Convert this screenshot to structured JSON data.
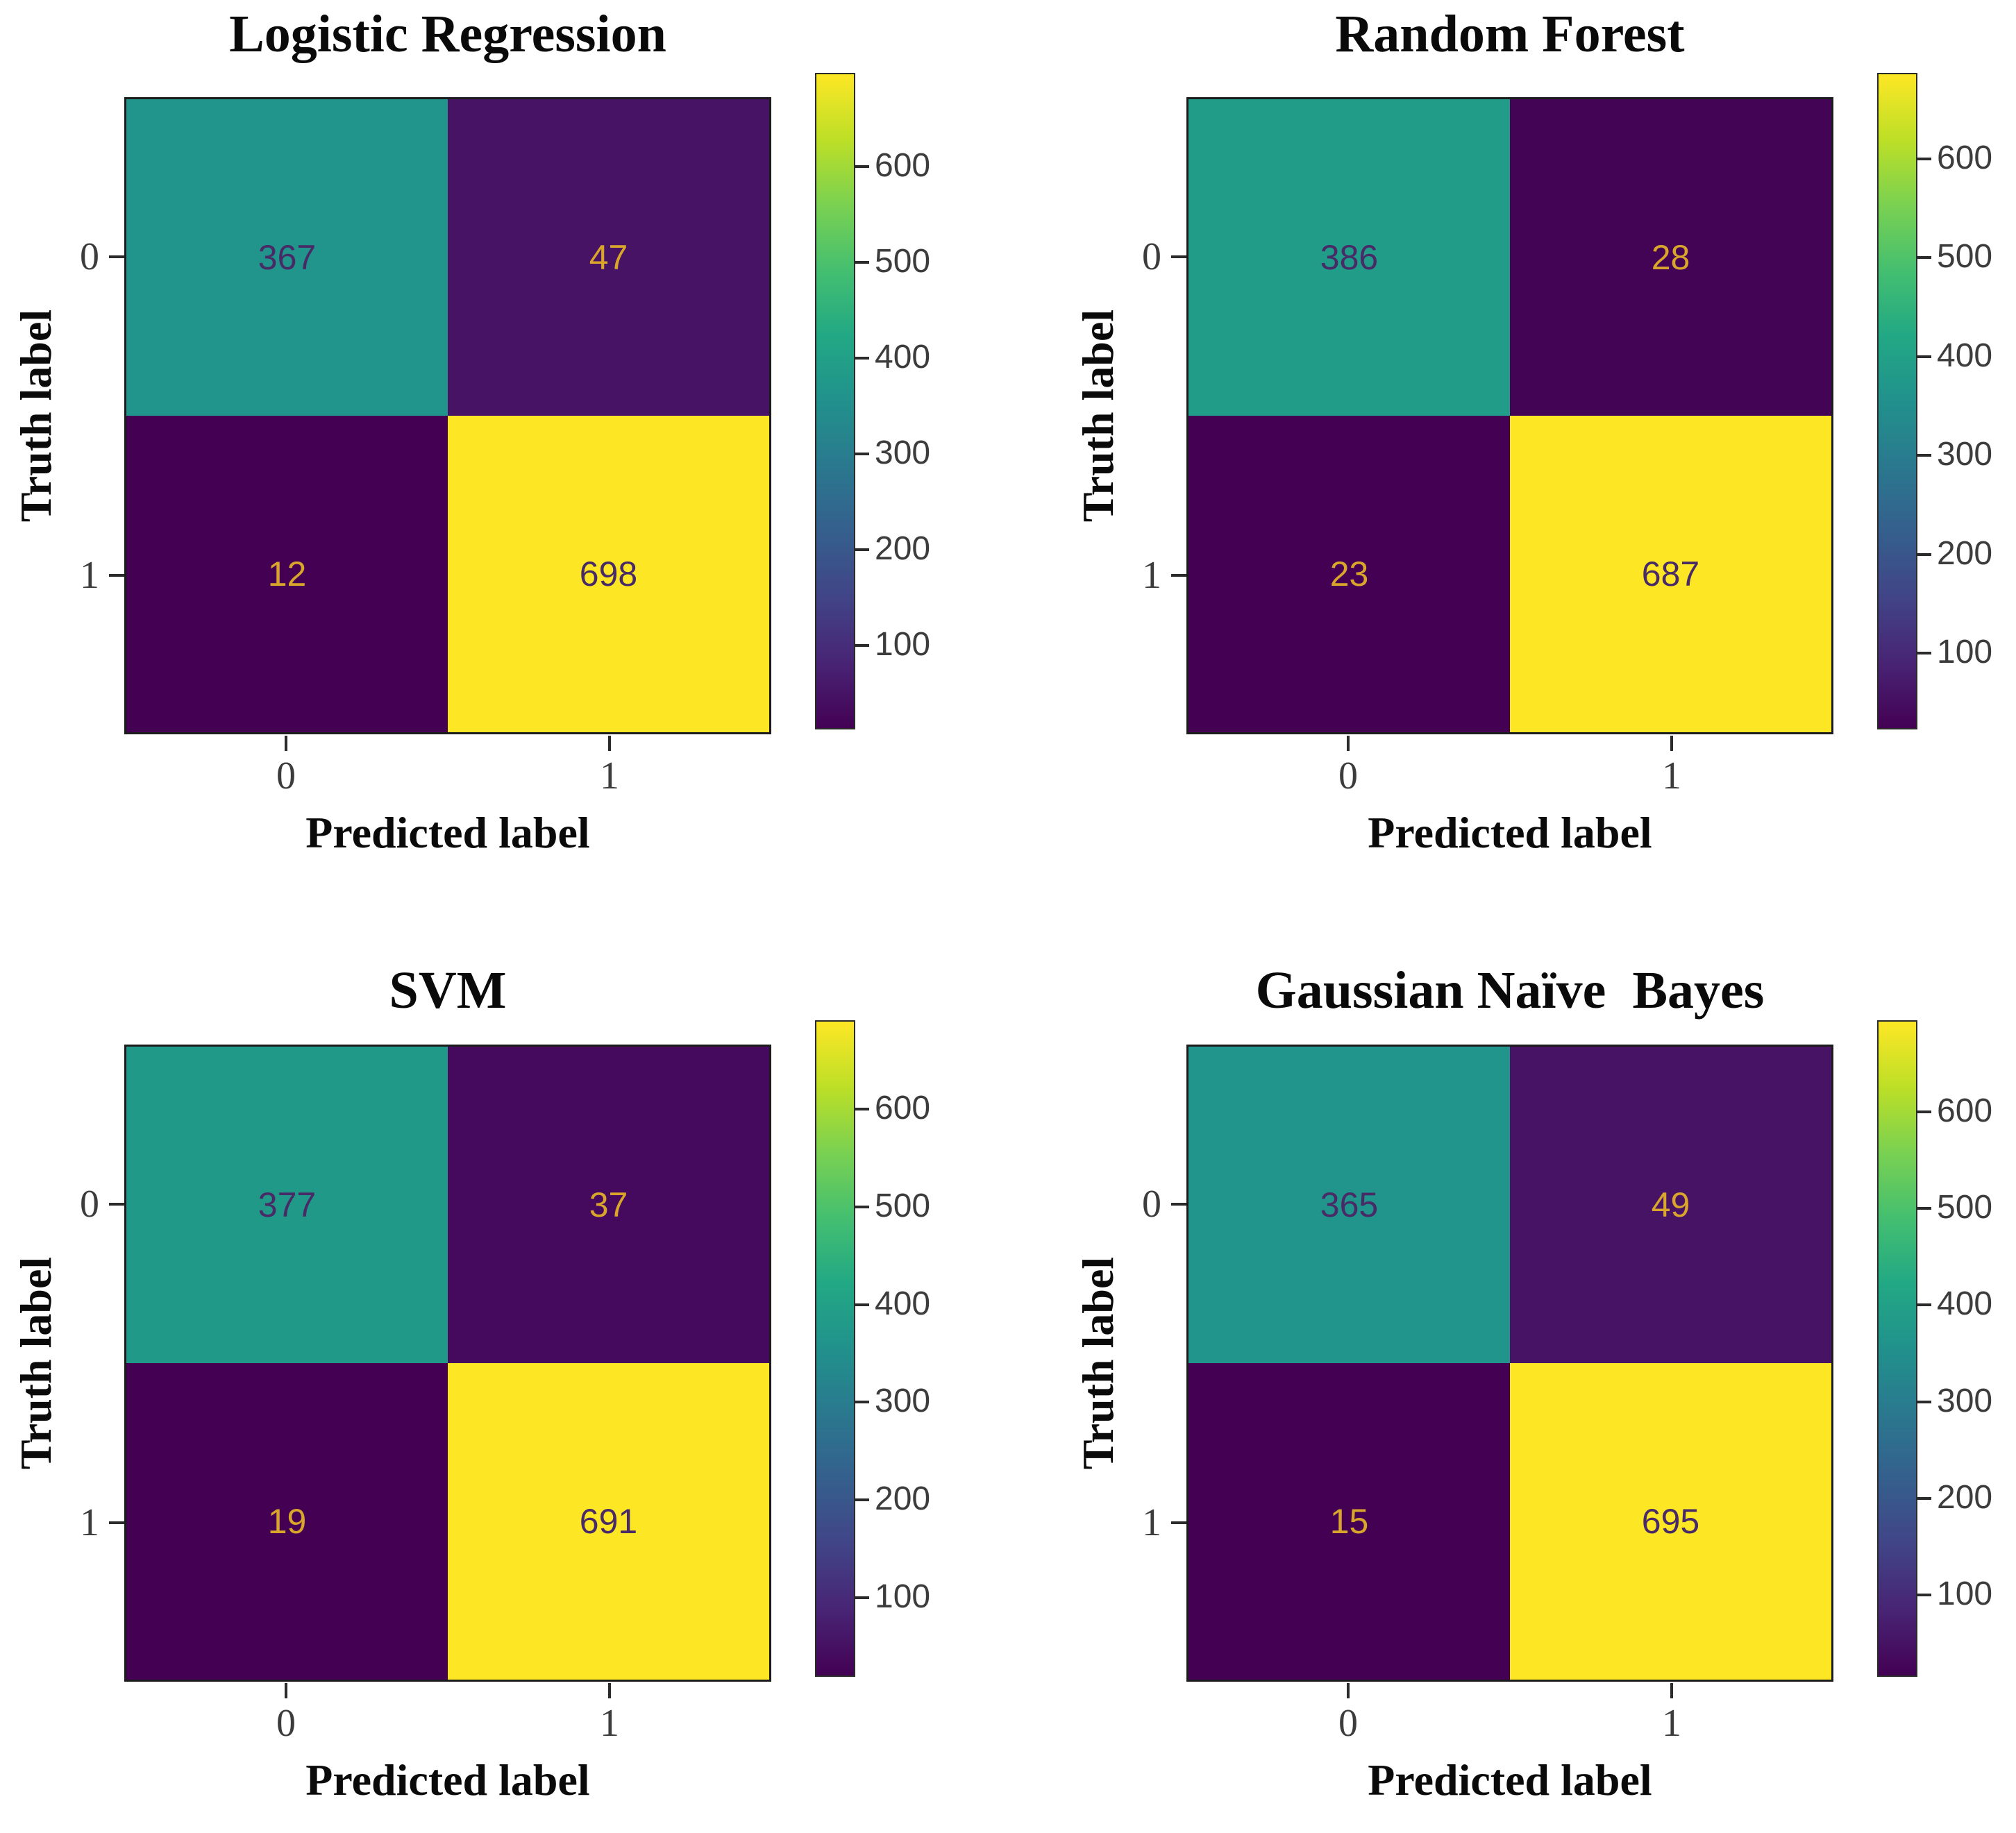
{
  "figure": {
    "xlabel": "Predicted label",
    "ylabel": "Truth label",
    "axis_tick_labels": [
      "0",
      "1"
    ],
    "colorbar_ticks": [
      100,
      200,
      300,
      400,
      500,
      600
    ]
  },
  "colors": {
    "background": "#ffffff",
    "title_text": "#0a0a0a",
    "axis_label_text": "#0a0a0a",
    "tick_label_text": "#3c3c3c",
    "spine": "#1c1c1c",
    "cell_text_dark": "#472a66",
    "cell_text_gold": "#d9a62b",
    "colormap_min": "#440154",
    "colormap_mid": "#21918c",
    "colormap_max": "#fde725"
  },
  "chart_data": [
    {
      "type": "heatmap",
      "title": "Logistic Regression",
      "xlabel": "Predicted label",
      "ylabel": "Truth label",
      "x": [
        "0",
        "1"
      ],
      "y": [
        "0",
        "1"
      ],
      "values": [
        [
          367,
          47
        ],
        [
          12,
          698
        ]
      ],
      "vmin": 12,
      "vmax": 698,
      "colormap": "viridis",
      "colorbar_ticks": [
        100,
        200,
        300,
        400,
        500,
        600
      ],
      "legend_position": "right"
    },
    {
      "type": "heatmap",
      "title": "Random Forest",
      "xlabel": "Predicted label",
      "ylabel": "Truth label",
      "x": [
        "0",
        "1"
      ],
      "y": [
        "0",
        "1"
      ],
      "values": [
        [
          386,
          28
        ],
        [
          23,
          687
        ]
      ],
      "vmin": 23,
      "vmax": 687,
      "colormap": "viridis",
      "colorbar_ticks": [
        100,
        200,
        300,
        400,
        500,
        600
      ],
      "legend_position": "right"
    },
    {
      "type": "heatmap",
      "title": "SVM",
      "xlabel": "Predicted label",
      "ylabel": "Truth label",
      "x": [
        "0",
        "1"
      ],
      "y": [
        "0",
        "1"
      ],
      "values": [
        [
          377,
          37
        ],
        [
          19,
          691
        ]
      ],
      "vmin": 19,
      "vmax": 691,
      "colormap": "viridis",
      "colorbar_ticks": [
        100,
        200,
        300,
        400,
        500,
        600
      ],
      "legend_position": "right"
    },
    {
      "type": "heatmap",
      "title": "Gaussian Naïve  Bayes",
      "xlabel": "Predicted label",
      "ylabel": "Truth label",
      "x": [
        "0",
        "1"
      ],
      "y": [
        "0",
        "1"
      ],
      "values": [
        [
          365,
          49
        ],
        [
          15,
          695
        ]
      ],
      "vmin": 15,
      "vmax": 695,
      "colormap": "viridis",
      "colorbar_ticks": [
        100,
        200,
        300,
        400,
        500,
        600
      ],
      "legend_position": "right"
    }
  ]
}
